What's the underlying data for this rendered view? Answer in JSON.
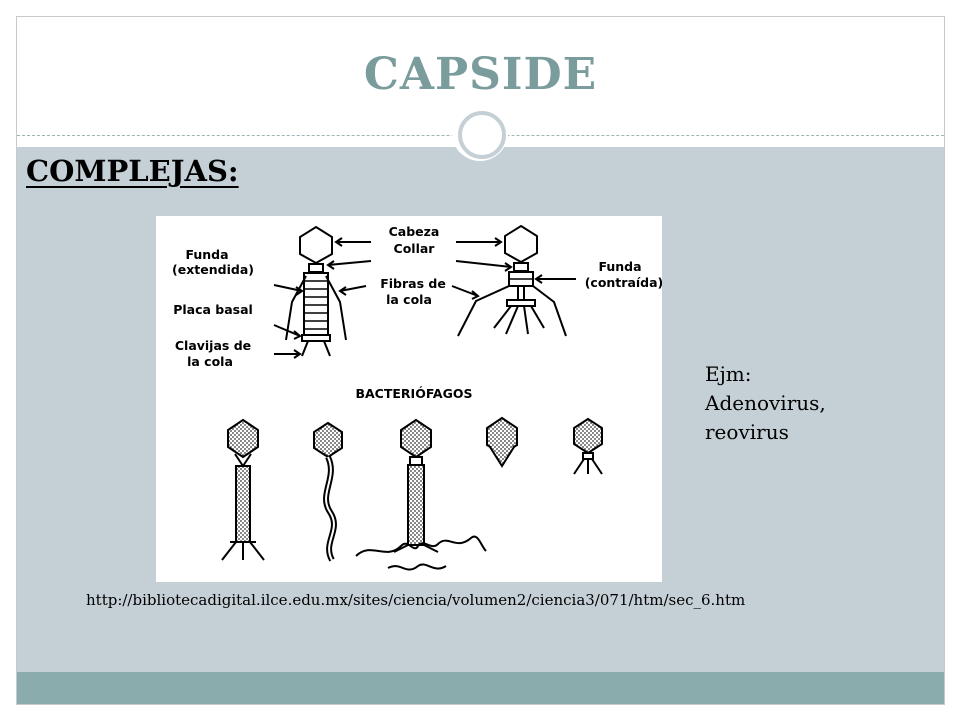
{
  "slide": {
    "title": "CAPSIDE",
    "subheading": "COMPLEJAS:",
    "colors": {
      "title": "#7a9c9c",
      "body_bg": "#c5d0d6",
      "footer": "#8aacac"
    }
  },
  "figure": {
    "labels": {
      "head": "Cabeza",
      "collar": "Collar",
      "sheath_extended_1": "Funda",
      "sheath_extended_2": "(extendida)",
      "tail_fibers_1": "Fibras de",
      "tail_fibers_2": "la cola",
      "base_plate": "Placa basal",
      "tail_pins_1": "Clavijas de",
      "tail_pins_2": "la cola",
      "sheath_contracted_1": "Funda",
      "sheath_contracted_2": "(contraída)",
      "caption": "BACTERIÓFAGOS"
    }
  },
  "example": {
    "line1": "Ejm:",
    "line2": "Adenovirus,",
    "line3": "reovirus"
  },
  "source": {
    "url": "http://bibliotecadigital.ilce.edu.mx/sites/ciencia/volumen2/ciencia3/071/htm/sec_6.htm"
  }
}
